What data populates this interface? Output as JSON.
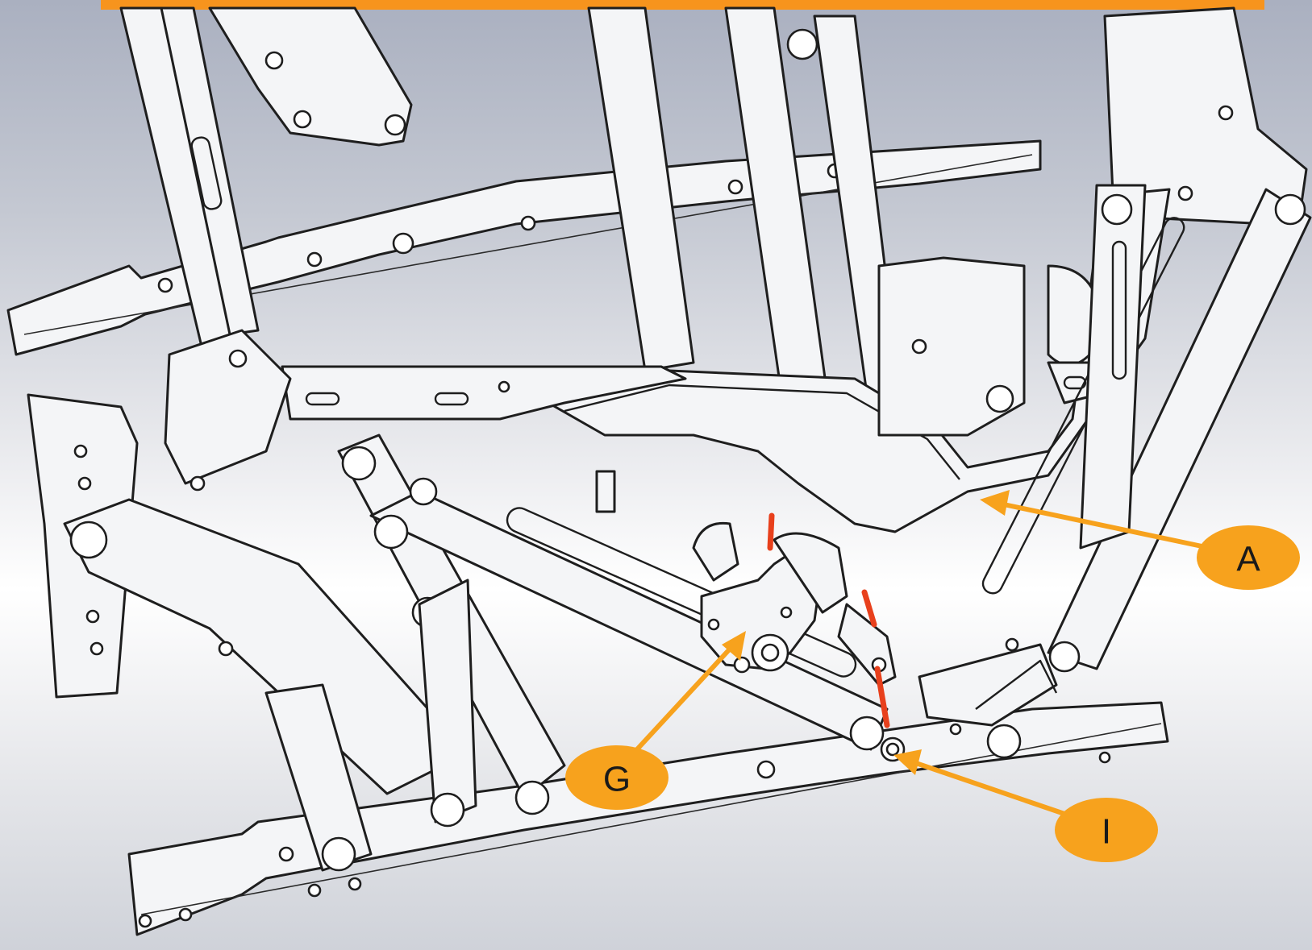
{
  "callouts": [
    {
      "id": "A",
      "label": "A"
    },
    {
      "id": "G",
      "label": "G"
    },
    {
      "id": "I",
      "label": "I"
    }
  ],
  "colors": {
    "callout": "#f7a21d",
    "top_bar": "#f7941d",
    "spring": "#e8401c",
    "line": "#1e1e1e"
  }
}
